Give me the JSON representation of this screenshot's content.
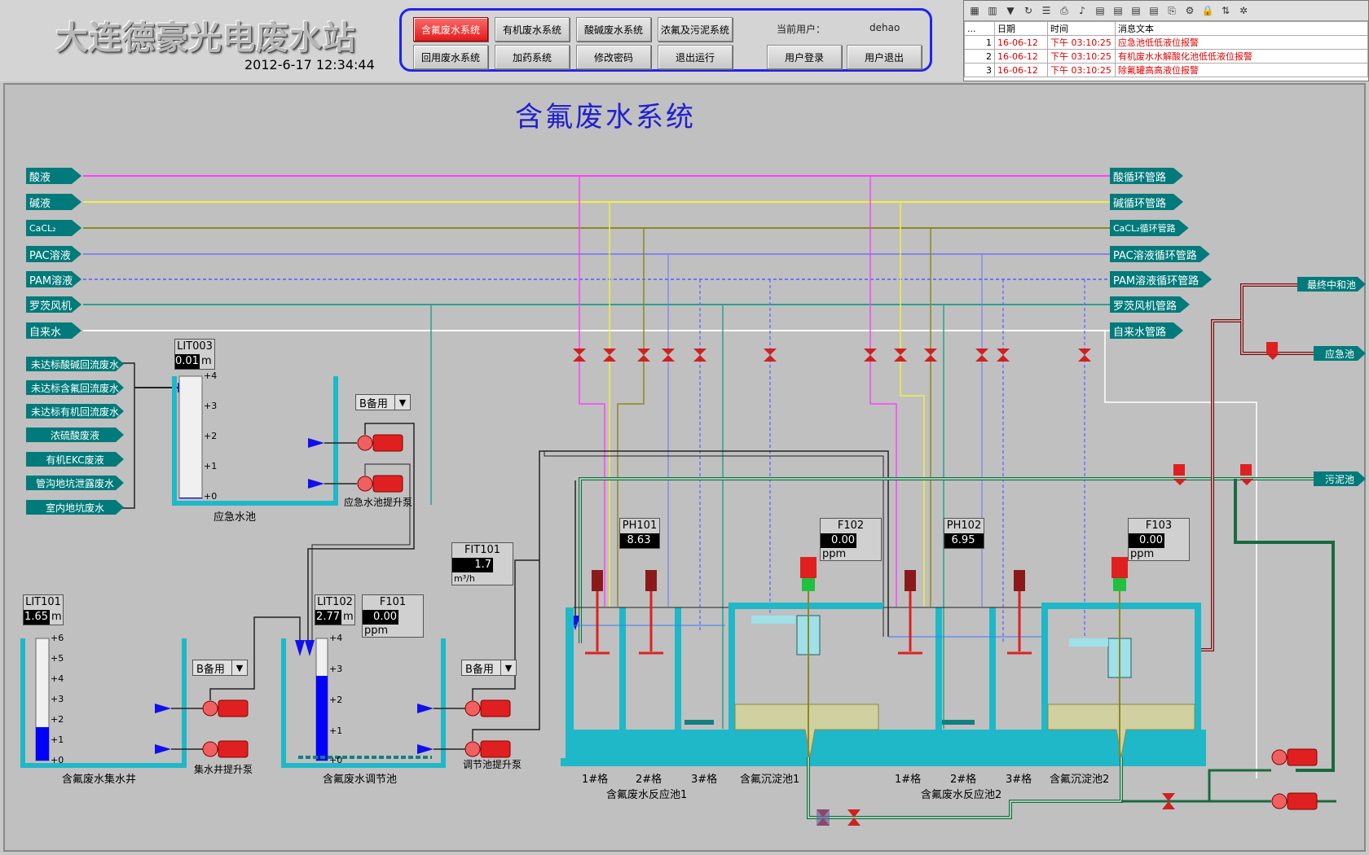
{
  "app": {
    "title": "大连德豪光电废水站",
    "datetime": "2012-6-17 12:34:44"
  },
  "nav": {
    "row1": [
      "含氟废水系统",
      "有机废水系统",
      "酸碱废水系统",
      "浓氟及污泥系统"
    ],
    "row2": [
      "回用废水系统",
      "加药系统",
      "修改密码",
      "退出运行"
    ],
    "current_user_label": "当前用户：",
    "current_user": "dehao",
    "login": "用户登录",
    "logout": "用户退出"
  },
  "alarm": {
    "headers": [
      "...",
      "日期",
      "时间",
      "消息文本"
    ],
    "rows": [
      {
        "no": "1",
        "date": "16-06-12",
        "time": "下午 03:10:25",
        "text": "应急池低低液位报警"
      },
      {
        "no": "2",
        "date": "16-06-12",
        "time": "下午 03:10:25",
        "text": "有机废水水解酸化池低低液位报警"
      },
      {
        "no": "3",
        "date": "16-06-12",
        "time": "下午 03:10:25",
        "text": "除氟罐高高液位报警"
      }
    ]
  },
  "main_title": "含氟废水系统",
  "sources": [
    "酸液",
    "碱液",
    "CaCL₂",
    "PAC溶液",
    "PAM溶液",
    "罗茨风机",
    "自来水"
  ],
  "destinations": [
    "酸循环管路",
    "碱循环管路",
    "CaCL₂循环管路",
    "PAC溶液循环管路",
    "PAM溶液循环管路",
    "罗茨风机管路",
    "自来水管路"
  ],
  "inflows": [
    "未达标酸碱回流废水",
    "未达标含氟回流废水",
    "未达标有机回流废水",
    "浓硫酸废液",
    "有机EKC废液",
    "管沟地坑泄露废水",
    "室内地坑废水"
  ],
  "right_tags": {
    "final": "最终中和池",
    "emergency": "应急池",
    "sludge": "污泥池"
  },
  "instruments": {
    "LIT003": {
      "name": "LIT003",
      "value": "0.01",
      "unit": "m"
    },
    "LIT101": {
      "name": "LIT101",
      "value": "1.65",
      "unit": "m"
    },
    "LIT102": {
      "name": "LIT102",
      "value": "2.77",
      "unit": "m"
    },
    "F101": {
      "name": "F101",
      "value": "0.00",
      "unit": "ppm"
    },
    "FIT101": {
      "name": "FIT101",
      "value": "1.7",
      "unit": "m³/h"
    },
    "PH101": {
      "name": "PH101",
      "value": "8.63"
    },
    "F102": {
      "name": "F102",
      "value": "0.00",
      "unit": "ppm"
    },
    "PH102": {
      "name": "PH102",
      "value": "6.95"
    },
    "F103": {
      "name": "F103",
      "value": "0.00",
      "unit": "ppm"
    }
  },
  "levels": {
    "LIT003": 0.0025,
    "LIT101": 0.275,
    "LIT102": 0.69
  },
  "scales": {
    "small": [
      "+4",
      "+3",
      "+2",
      "+1",
      "+0"
    ],
    "large6": [
      "+6",
      "+5",
      "+4",
      "+3",
      "+2",
      "+1",
      "+0"
    ],
    "large4": [
      "+4",
      "+3",
      "+2",
      "+1",
      "+0"
    ]
  },
  "standby": "B备用",
  "labels": {
    "emergency_pool": "应急水池",
    "emergency_pump": "应急水池提升泵",
    "collect_well": "含氟废水集水井",
    "collect_pump": "集水井提升泵",
    "adjust_pool": "含氟废水调节池",
    "adjust_pump": "调节池提升泵",
    "cell1": "1#格",
    "cell2": "2#格",
    "cell3": "3#格",
    "settle1": "含氟沉淀池1",
    "settle2": "含氟沉淀池2",
    "reactor1": "含氟废水反应池1",
    "reactor2": "含氟废水反应池2"
  },
  "colors": {
    "acid": "#ff40ff",
    "alkali": "#f0f040",
    "cacl": "#8a8a20",
    "pac": "#7070ff",
    "pam": "#8080ff",
    "air": "#2aa090",
    "water": "#ffffff",
    "tank": "#1eb8c8",
    "pump": "#e02020",
    "level": "#0000ff"
  }
}
